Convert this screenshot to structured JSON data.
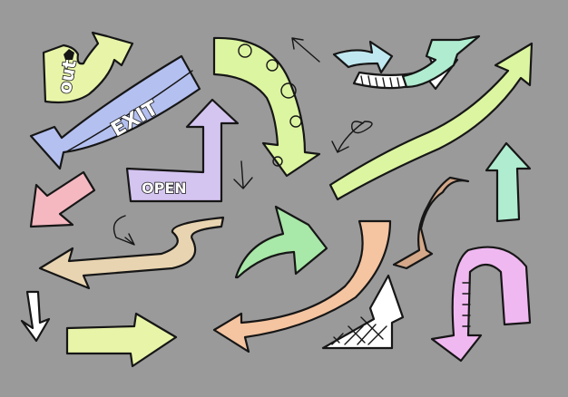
{
  "labels": {
    "out": "out",
    "exit": "EXIT",
    "open": "OPEN"
  },
  "colors": {
    "background": "#9a9a9a",
    "ink": "#161616",
    "yellow_green": "#e8f5a8",
    "lime": "#dcf5a0",
    "lavender": "#b4c0f0",
    "pink": "#f5b8c0",
    "purple": "#d4c4f0",
    "green": "#a8e8a8",
    "sky": "#c0e8f0",
    "tan": "#e8d4b0",
    "orange": "#f5c4a0",
    "brown": "#d4a888",
    "magenta": "#f0b8f0",
    "mint": "#b0ecd0"
  }
}
